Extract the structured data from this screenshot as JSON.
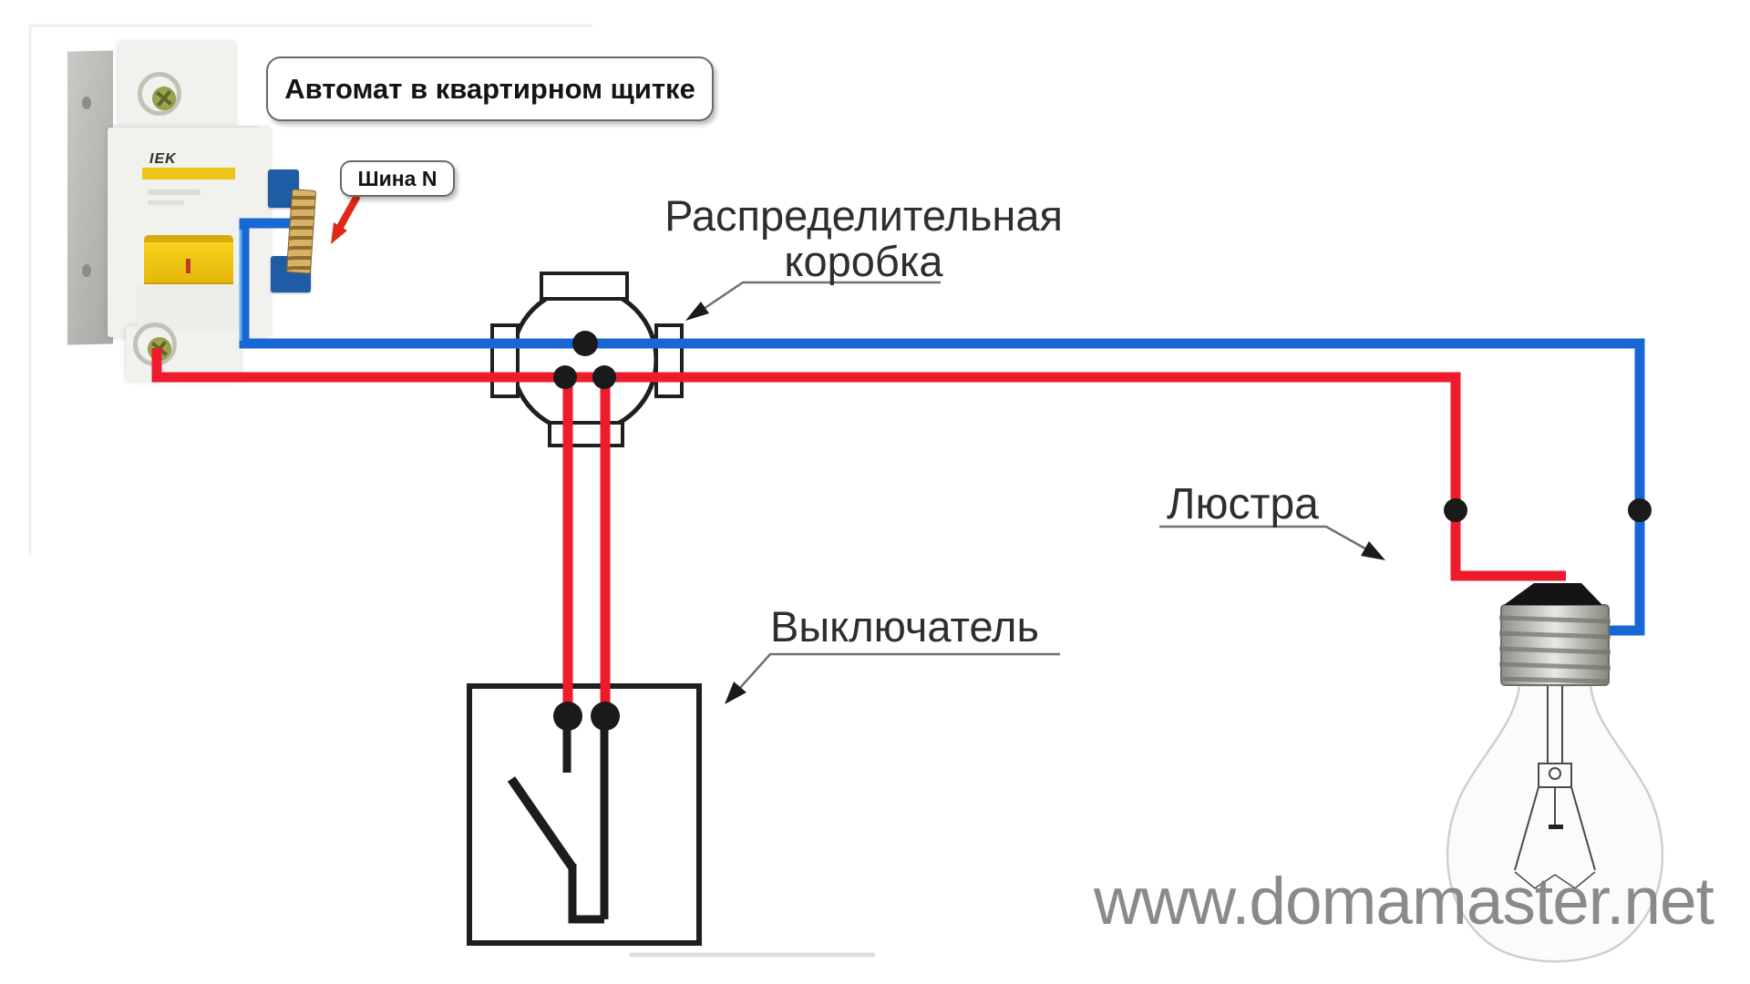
{
  "callouts": {
    "breaker": {
      "label": "Автомат в квартирном щитке"
    },
    "neutral_bus": {
      "label": "Шина N"
    },
    "junction_box": {
      "line1": "Распределительная",
      "line2": "коробка"
    },
    "switch": {
      "label": "Выключатель"
    },
    "chandelier": {
      "label": "Люстра"
    }
  },
  "devices": {
    "breaker_brand": "IEK"
  },
  "watermark": "www.domamaster.net",
  "colors": {
    "phase_wire_red": "#ee1b2c",
    "neutral_wire_blue": "#1768d4",
    "junction_dot_black": "#1a1a1a",
    "leader_line_gray": "#707070",
    "watermark_gray": "#7e7e7e",
    "breaker_toggle_yellow": "#eec61c",
    "bus_bar_brass": "#c9a35a",
    "bus_clamp_blue": "#1e5ca6"
  }
}
